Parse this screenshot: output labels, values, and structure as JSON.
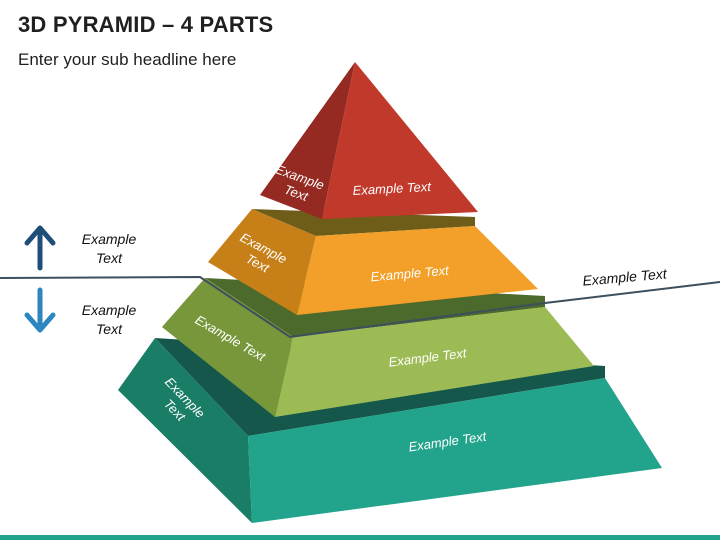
{
  "header": {
    "title": "3D PYRAMID – 4 PARTS",
    "subtitle": "Enter your sub headline here"
  },
  "pyramid": {
    "levels": [
      {
        "name": "top",
        "front_text": "Example Text",
        "side_text": [
          "Example",
          "Text"
        ],
        "front_color": "#c0392b",
        "side_color": "#942a22"
      },
      {
        "name": "level-2",
        "front_text": "Example Text",
        "side_text": [
          "Example",
          "Text"
        ],
        "front_color": "#f2a02a",
        "side_color": "#c77f18",
        "top_color": "#6e5d18"
      },
      {
        "name": "level-3",
        "front_text": "Example Text",
        "side_text": [
          "Example Text"
        ],
        "front_color": "#9cbb55",
        "side_color": "#78973a",
        "top_color": "#4c6a2b"
      },
      {
        "name": "level-4",
        "front_text": "Example Text",
        "side_text": [
          "Example",
          "Text"
        ],
        "front_color": "#22a38b",
        "side_color": "#1a7d66",
        "top_color": "#15584b"
      }
    ]
  },
  "indicators": {
    "up": {
      "icon": "arrow-up-icon",
      "label": [
        "Example",
        "Text"
      ],
      "color": "#1f4e79"
    },
    "down": {
      "icon": "arrow-down-icon",
      "label": [
        "Example",
        "Text"
      ],
      "color": "#2e86c1"
    }
  },
  "divider_label": "Example Text",
  "colors": {
    "divider": "#3d4f5c",
    "bottom_bar": "#22a38b"
  }
}
